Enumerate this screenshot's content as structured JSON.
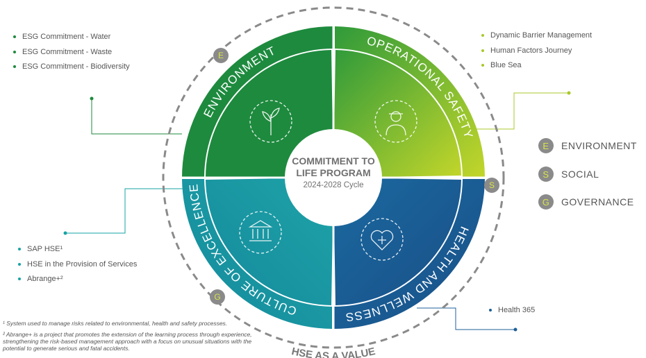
{
  "center": {
    "title_line1": "COMMITMENT TO",
    "title_line2": "LIFE PROGRAM",
    "cycle": "2024-2028 Cycle"
  },
  "segments": [
    {
      "label": "ENVIRONMENT",
      "color": "#1e8a3e"
    },
    {
      "label": "OPERATIONAL SAFETY",
      "color": "#9cc42c"
    },
    {
      "label": "HEALTH AND WELLNESS",
      "color": "#1d5f98"
    },
    {
      "label": "CULTURE OF EXCELLENCE",
      "color": "#16a3a5"
    }
  ],
  "outer_label": "HSE AS A VALUE",
  "badges": {
    "e": "E",
    "s": "S",
    "g": "G"
  },
  "environment_items": [
    "ESG Commitment - Water",
    "ESG Commitment - Waste",
    "ESG Commitment - Biodiversity"
  ],
  "safety_items": [
    "Dynamic Barrier Management",
    "Human Factors Journey",
    "Blue Sea"
  ],
  "culture_items": [
    "SAP HSE¹",
    "HSE in the Provision of Services",
    "Abrange+²"
  ],
  "health_items": [
    "Health 365"
  ],
  "legend": [
    {
      "letter": "E",
      "label": "ENVIRONMENT"
    },
    {
      "letter": "S",
      "label": "SOCIAL"
    },
    {
      "letter": "G",
      "label": "GOVERNANCE"
    }
  ],
  "footnotes": [
    "¹ System used to manage risks related to environmental, health and safety processes.",
    "² Abrange+ is a project that promotes the extension of the learning process through experience, strengthening the risk-based management approach with a focus on unusual situations with the potential to generate serious and fatal accidents."
  ]
}
